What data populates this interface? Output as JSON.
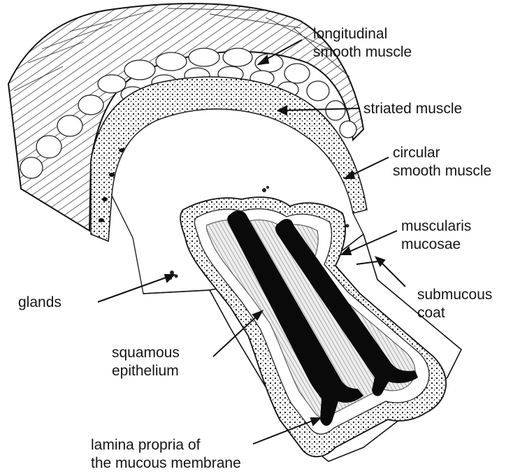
{
  "labels": {
    "longitudinal": "longitudinal\nsmooth muscle",
    "striated": "striated muscle",
    "circular": "circular\nsmooth muscle",
    "muscularis": "muscularis\nmucosae",
    "glands": "glands",
    "submucous": "submucous\ncoat",
    "squamous": "squamous\nepithelium",
    "lamina": "lamina propria of\nthe mucous membrane"
  },
  "colors": {
    "ink": "#151515",
    "paper": "#ffffff"
  }
}
